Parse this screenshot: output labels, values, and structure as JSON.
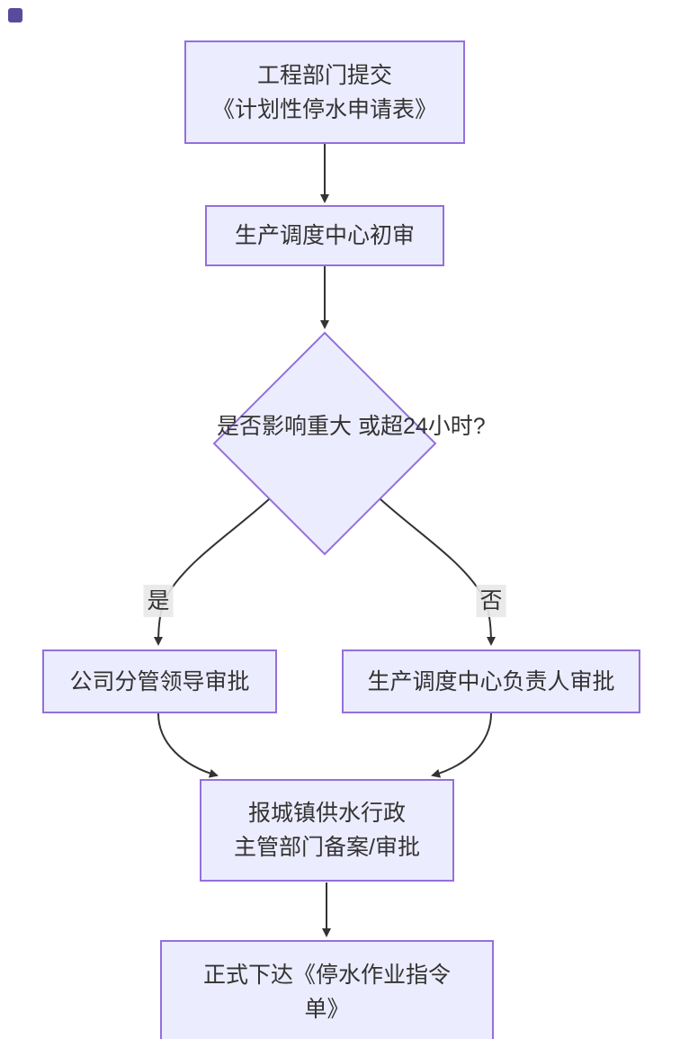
{
  "diagram": {
    "type": "flowchart",
    "direction": "top-down",
    "theme": {
      "node_fill": "#ECECFF",
      "node_border": "#9370DB",
      "edge_color": "#333333",
      "text_color": "#333333",
      "edge_label_bg": "#e8e8e8",
      "background": "#ffffff",
      "corner_badge_color": "#5b4a9b"
    }
  },
  "nodes": {
    "submit": {
      "lines": [
        "工程部门提交",
        "《计划性停水申请表》"
      ]
    },
    "initial_review": {
      "lines": [
        "生产调度中心初审"
      ]
    },
    "decision": {
      "lines": [
        "是否影响重大",
        "或超24小时?"
      ]
    },
    "leader_approval": {
      "lines": [
        "公司分管领导审批"
      ]
    },
    "center_head_approval": {
      "lines": [
        "生产调度中心负责人审批"
      ]
    },
    "report_filing": {
      "lines": [
        "报城镇供水行政",
        "主管部门备案/审批"
      ]
    },
    "issue_order": {
      "lines": [
        "正式下达《停水作业指令",
        "单》"
      ]
    }
  },
  "edge_labels": {
    "yes": "是",
    "no": "否"
  },
  "edges": [
    {
      "from": "submit",
      "to": "initial_review",
      "label": ""
    },
    {
      "from": "initial_review",
      "to": "decision",
      "label": ""
    },
    {
      "from": "decision",
      "to": "leader_approval",
      "label": "是"
    },
    {
      "from": "decision",
      "to": "center_head_approval",
      "label": "否"
    },
    {
      "from": "leader_approval",
      "to": "report_filing",
      "label": ""
    },
    {
      "from": "center_head_approval",
      "to": "report_filing",
      "label": ""
    },
    {
      "from": "report_filing",
      "to": "issue_order",
      "label": ""
    }
  ]
}
